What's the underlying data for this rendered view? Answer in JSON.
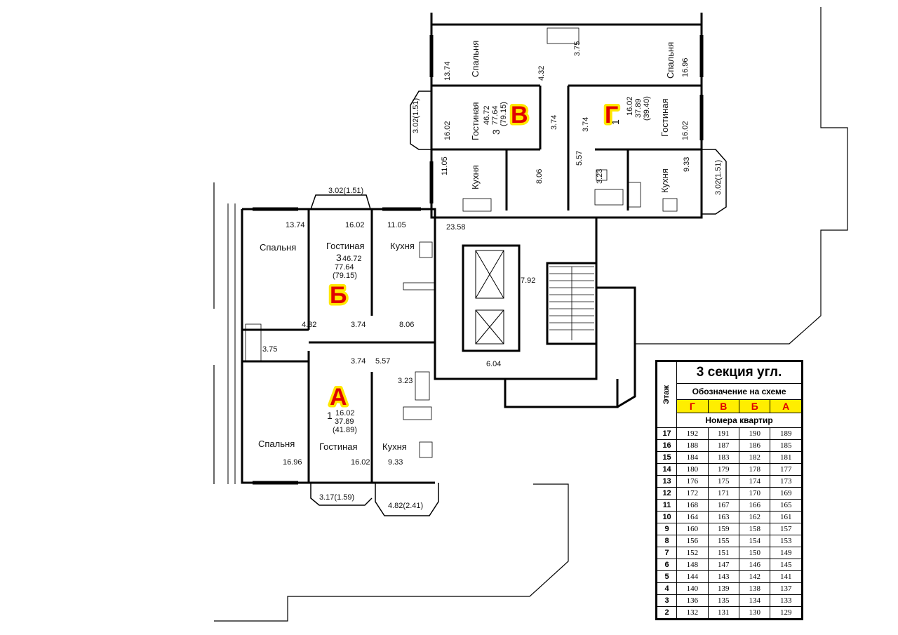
{
  "plan": {
    "labels": {
      "b_bedroom": "Спальня",
      "b_living": "Гостиная",
      "b_kitchen": "Кухня",
      "b_bedroom_area": "13.74",
      "b_living_area": "16.02",
      "b_kitchen_area": "11.05",
      "b_balcony_area": "3.02(1.51)",
      "b_bath_area": "3.75",
      "b_corridor_area": "4.32",
      "b_hall_area": "8.06",
      "b_wc_area": "3.74",
      "b_rooms": "3",
      "b_living_total": "46.72",
      "b_total": "77.64",
      "b_total_balcony": "(79.15)",
      "a_bedroom": "Спальня",
      "a_living": "Гостиная",
      "a_kitchen": "Кухня",
      "a_bedroom_area": "16.96",
      "a_living_area": "16.02",
      "a_kitchen_area": "9.33",
      "a_hall_area": "3.74",
      "a_corr_area": "5.57",
      "a_bath_area": "3.23",
      "a_rooms": "1",
      "a_living_total": "16.02",
      "a_total": "37.89",
      "a_total_balcony": "(41.89)",
      "a_balcony1": "3.17(1.59)",
      "a_balcony2": "4.82(2.41)",
      "common_hall": "23.58",
      "lift_hall": "7.92",
      "lobby": "6.04",
      "v_bedroom": "Спальня",
      "v_living": "Гостиная",
      "v_kitchen": "Кухня",
      "v_bedroom_area": "13.74",
      "v_living_area": "16.02",
      "v_kitchen_area": "11.05",
      "v_balcony": "3.02(1.51)",
      "v_corr_area": "4.32",
      "v_bath_area": "3.75",
      "v_wc_area": "3.74",
      "v_hall_area": "8.06",
      "v_rooms": "3",
      "v_living_total": "46.72",
      "v_total": "77.64",
      "v_total_balcony": "(79.15)",
      "g_bedroom": "Спальня",
      "g_living": "Гостиная",
      "g_kitchen": "Кухня",
      "g_bedroom_area": "16.96",
      "g_living_area": "16.02",
      "g_kitchen_area": "9.33",
      "g_hall_area": "3.74",
      "g_corr_area": "5.57",
      "g_bath_area": "3.23",
      "g_balcony": "3.02(1.51)",
      "g_rooms": "1",
      "g_living_total": "16.02",
      "g_total": "37.89",
      "g_total_balcony": "(39.40)"
    },
    "apartments": {
      "a": "А",
      "b": "Б",
      "v": "В",
      "g": "Г"
    }
  },
  "legend": {
    "title": "3 секция угл.",
    "floor_header": "Этаж",
    "scheme_header": "Обозначение на схеме",
    "letters": [
      "Г",
      "В",
      "Б",
      "А"
    ],
    "numbers_header": "Номера квартир",
    "rows": [
      {
        "floor": "17",
        "n": [
          "192",
          "191",
          "190",
          "189"
        ]
      },
      {
        "floor": "16",
        "n": [
          "188",
          "187",
          "186",
          "185"
        ]
      },
      {
        "floor": "15",
        "n": [
          "184",
          "183",
          "182",
          "181"
        ]
      },
      {
        "floor": "14",
        "n": [
          "180",
          "179",
          "178",
          "177"
        ]
      },
      {
        "floor": "13",
        "n": [
          "176",
          "175",
          "174",
          "173"
        ]
      },
      {
        "floor": "12",
        "n": [
          "172",
          "171",
          "170",
          "169"
        ]
      },
      {
        "floor": "11",
        "n": [
          "168",
          "167",
          "166",
          "165"
        ]
      },
      {
        "floor": "10",
        "n": [
          "164",
          "163",
          "162",
          "161"
        ]
      },
      {
        "floor": "9",
        "n": [
          "160",
          "159",
          "158",
          "157"
        ]
      },
      {
        "floor": "8",
        "n": [
          "156",
          "155",
          "154",
          "153"
        ]
      },
      {
        "floor": "7",
        "n": [
          "152",
          "151",
          "150",
          "149"
        ]
      },
      {
        "floor": "6",
        "n": [
          "148",
          "147",
          "146",
          "145"
        ]
      },
      {
        "floor": "5",
        "n": [
          "144",
          "143",
          "142",
          "141"
        ]
      },
      {
        "floor": "4",
        "n": [
          "140",
          "139",
          "138",
          "137"
        ]
      },
      {
        "floor": "3",
        "n": [
          "136",
          "135",
          "134",
          "133"
        ]
      },
      {
        "floor": "2",
        "n": [
          "132",
          "131",
          "130",
          "129"
        ]
      }
    ]
  }
}
